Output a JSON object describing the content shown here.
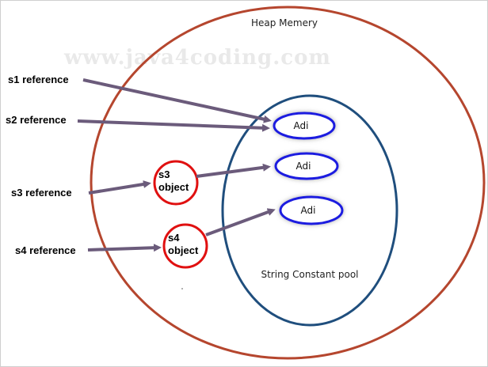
{
  "watermark": "www.java4coding.com",
  "heap": {
    "title": "Heap Memery"
  },
  "pool": {
    "title": "String Constant pool"
  },
  "references": [
    {
      "label": "s1 reference"
    },
    {
      "label": "s2 reference"
    },
    {
      "label": "s3 reference"
    },
    {
      "label": "s4 reference"
    }
  ],
  "objects": [
    {
      "line1": "s3",
      "line2": "object"
    },
    {
      "line1": "s4",
      "line2": "object"
    }
  ],
  "literals": [
    {
      "text": "Adi"
    },
    {
      "text": "Adi"
    },
    {
      "text": "Adi"
    }
  ],
  "colors": {
    "heap_border": "#b5462e",
    "pool_border": "#1f4e7d",
    "literal_border": "#1a1ae0",
    "object_border": "#e01010",
    "arrow": "#6b5b7b"
  }
}
